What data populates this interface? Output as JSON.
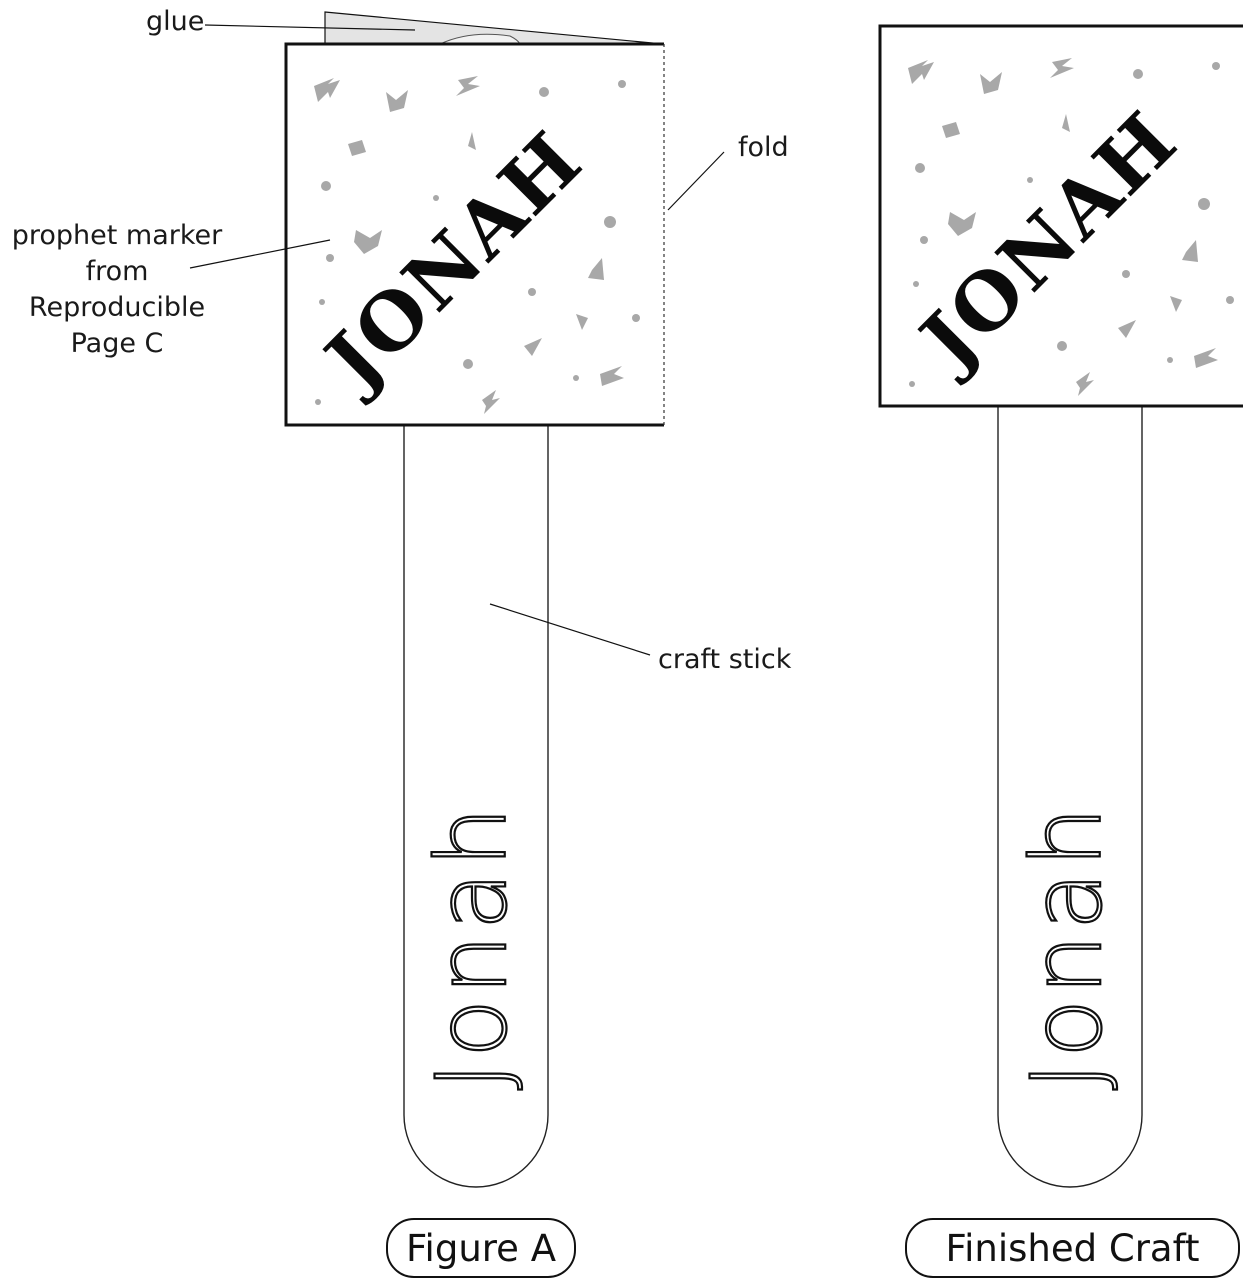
{
  "colors": {
    "ink": "#111111",
    "confetti": "#a8a8a8",
    "glue_flap": "#e4e4e4",
    "background": "#ffffff"
  },
  "labels": {
    "glue": "glue",
    "fold": "fold",
    "prophet_marker": [
      "prophet marker",
      "from",
      "Reproducible",
      "Page C"
    ],
    "craft_stick": "craft stick"
  },
  "marker_title": "JONAH",
  "stick_text": "Jonah",
  "captions": {
    "figure_a": "Figure A",
    "finished": "Finished Craft"
  },
  "icons": [
    "confetti-shape",
    "craft-stick",
    "glue-flap"
  ]
}
